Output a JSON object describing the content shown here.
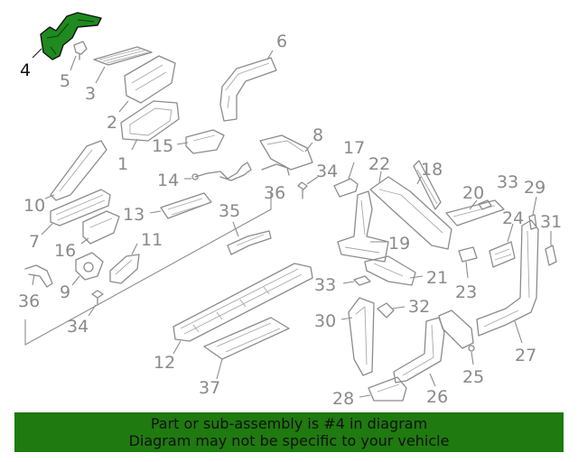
{
  "callouts": {
    "c1": "1",
    "c2": "2",
    "c3": "3",
    "c4": "4",
    "c5": "5",
    "c6": "6",
    "c7": "7",
    "c8": "8",
    "c9": "9",
    "c10": "10",
    "c11": "11",
    "c12": "12",
    "c13": "13",
    "c14": "14",
    "c15": "15",
    "c16": "16",
    "c17": "17",
    "c18": "18",
    "c19": "19",
    "c20": "20",
    "c21": "21",
    "c22": "22",
    "c23": "23",
    "c24": "24",
    "c25": "25",
    "c26": "26",
    "c27": "27",
    "c28": "28",
    "c29": "29",
    "c30": "30",
    "c31": "31",
    "c32": "32",
    "c33a": "33",
    "c33b": "33",
    "c34a": "34",
    "c34b": "34",
    "c35": "35",
    "c36a": "36",
    "c36b": "36",
    "c37": "37"
  },
  "highlight": {
    "part_number": "4",
    "color": "#1f8a1f"
  },
  "banner": {
    "line1": "Part or sub-assembly is #4 in diagram",
    "line2": "Diagram may not be specific to your vehicle",
    "color": "#1f7a0f"
  }
}
